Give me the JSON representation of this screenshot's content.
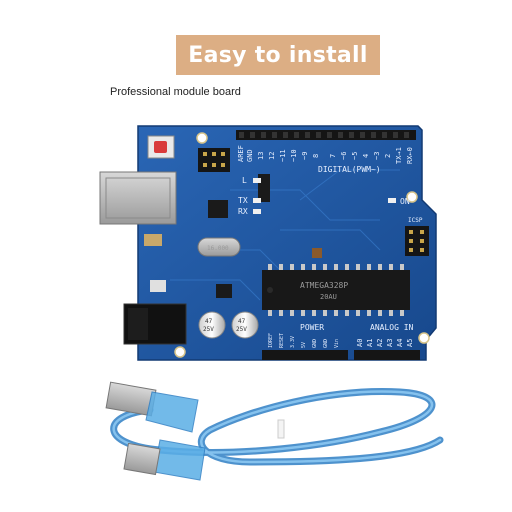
{
  "banner": {
    "title": "Easy to install"
  },
  "caption": {
    "text": "Professional module board"
  },
  "board": {
    "digital_label": "DIGITAL(PWM~)",
    "aref_label": "AREF",
    "gnd_label": "GND",
    "pin_13": "13",
    "pin_12": "12",
    "pin_11": "~11",
    "pin_10": "~10",
    "pin_9": "~9",
    "pin_8": "8",
    "pin_7": "7",
    "pin_6": "~6",
    "pin_5": "~5",
    "pin_4": "4",
    "pin_3": "~3",
    "pin_2": "2",
    "pin_1": "TX→1",
    "pin_0": "RX←0",
    "tx_led": "TX",
    "rx_led": "RX",
    "on_led": "ON",
    "l_led": "L",
    "icsp_label": "ICSP",
    "power_label": "POWER",
    "analog_label": "ANALOG IN",
    "power_pins": [
      "IOREF",
      "RESET",
      "3.3V",
      "5V",
      "GND",
      "GND",
      "Vin"
    ],
    "analog_pins": [
      "A0",
      "A1",
      "A2",
      "A3",
      "A4",
      "A5"
    ],
    "chip_line1": "ATMEGA328P",
    "chip_line2": "20AU",
    "cap_left_value": "47",
    "cap_left_rating": "25V",
    "cap_right_value": "47",
    "cap_right_rating": "25V",
    "crystal_label": "16.000"
  },
  "colors": {
    "banner_bg": "#dcae84",
    "board_blue": "#1f5aa6",
    "cable_blue": "#4aa0e0"
  }
}
